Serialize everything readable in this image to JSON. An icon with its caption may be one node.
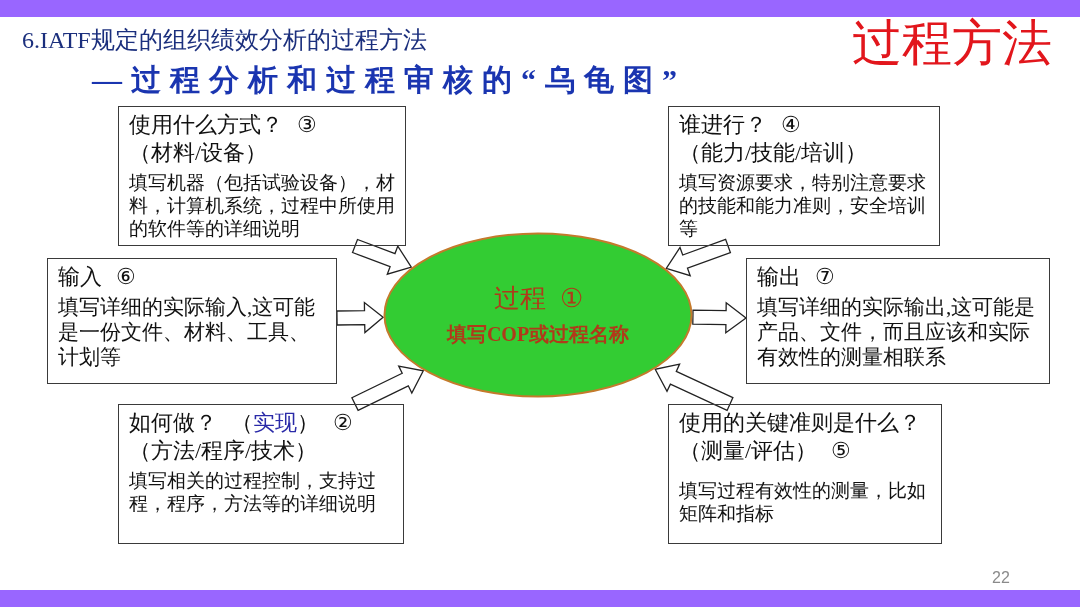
{
  "diagram": {
    "title": "6.IATF规定的组织绩效分析的过程方法",
    "nodes": [
      {
        "text": [
          "使用什么方式？",
          "③",
          "（材料/设备）",
          "填写机器（包括试验设备），材料，计算机系统，过程中所使用的软件等的详细说明"
        ]
      },
      {
        "text": [
          "谁进行？",
          "④",
          "（能力/技能/培训）",
          "填写资源要求，特别注意要求的技能和能力准则，安全培训等"
        ]
      },
      {
        "text": [
          "输入",
          "⑥",
          "填写详细的实际输入,这可能是一份文件、材料、工具、计划等"
        ]
      },
      {
        "text": [
          "过程",
          "①",
          "填写COP或过程名称"
        ]
      },
      {
        "text": [
          "输出",
          "⑦",
          "填写详细的实际输出,这可能是产品、文件，而且应该和实际有效性的测量相联系"
        ]
      },
      {
        "text": [
          "如何做？",
          "（实现）",
          "②",
          "（方法/程序/技术）",
          "填写相关的过程控制，支持过程，程序，方法等的详细说明"
        ]
      },
      {
        "text": [
          "使用的关键准则是什么？",
          "（测量/评估）",
          "⑤",
          "填写过程有效性的测量，比如矩阵和指标"
        ]
      }
    ],
    "edges": [
      {
        "from": 0,
        "to": 3,
        "arrow": "to"
      },
      {
        "from": 1,
        "to": 3,
        "arrow": "to"
      },
      {
        "from": 2,
        "to": 3,
        "arrow": "to"
      },
      {
        "from": 3,
        "to": 4,
        "arrow": "to"
      },
      {
        "from": 5,
        "to": 3,
        "arrow": "to"
      },
      {
        "from": 6,
        "to": 3,
        "arrow": "to"
      }
    ],
    "labels": [
      "过程方法",
      "—过程分析和过程审核的“乌龟图”",
      "22"
    ]
  }
}
